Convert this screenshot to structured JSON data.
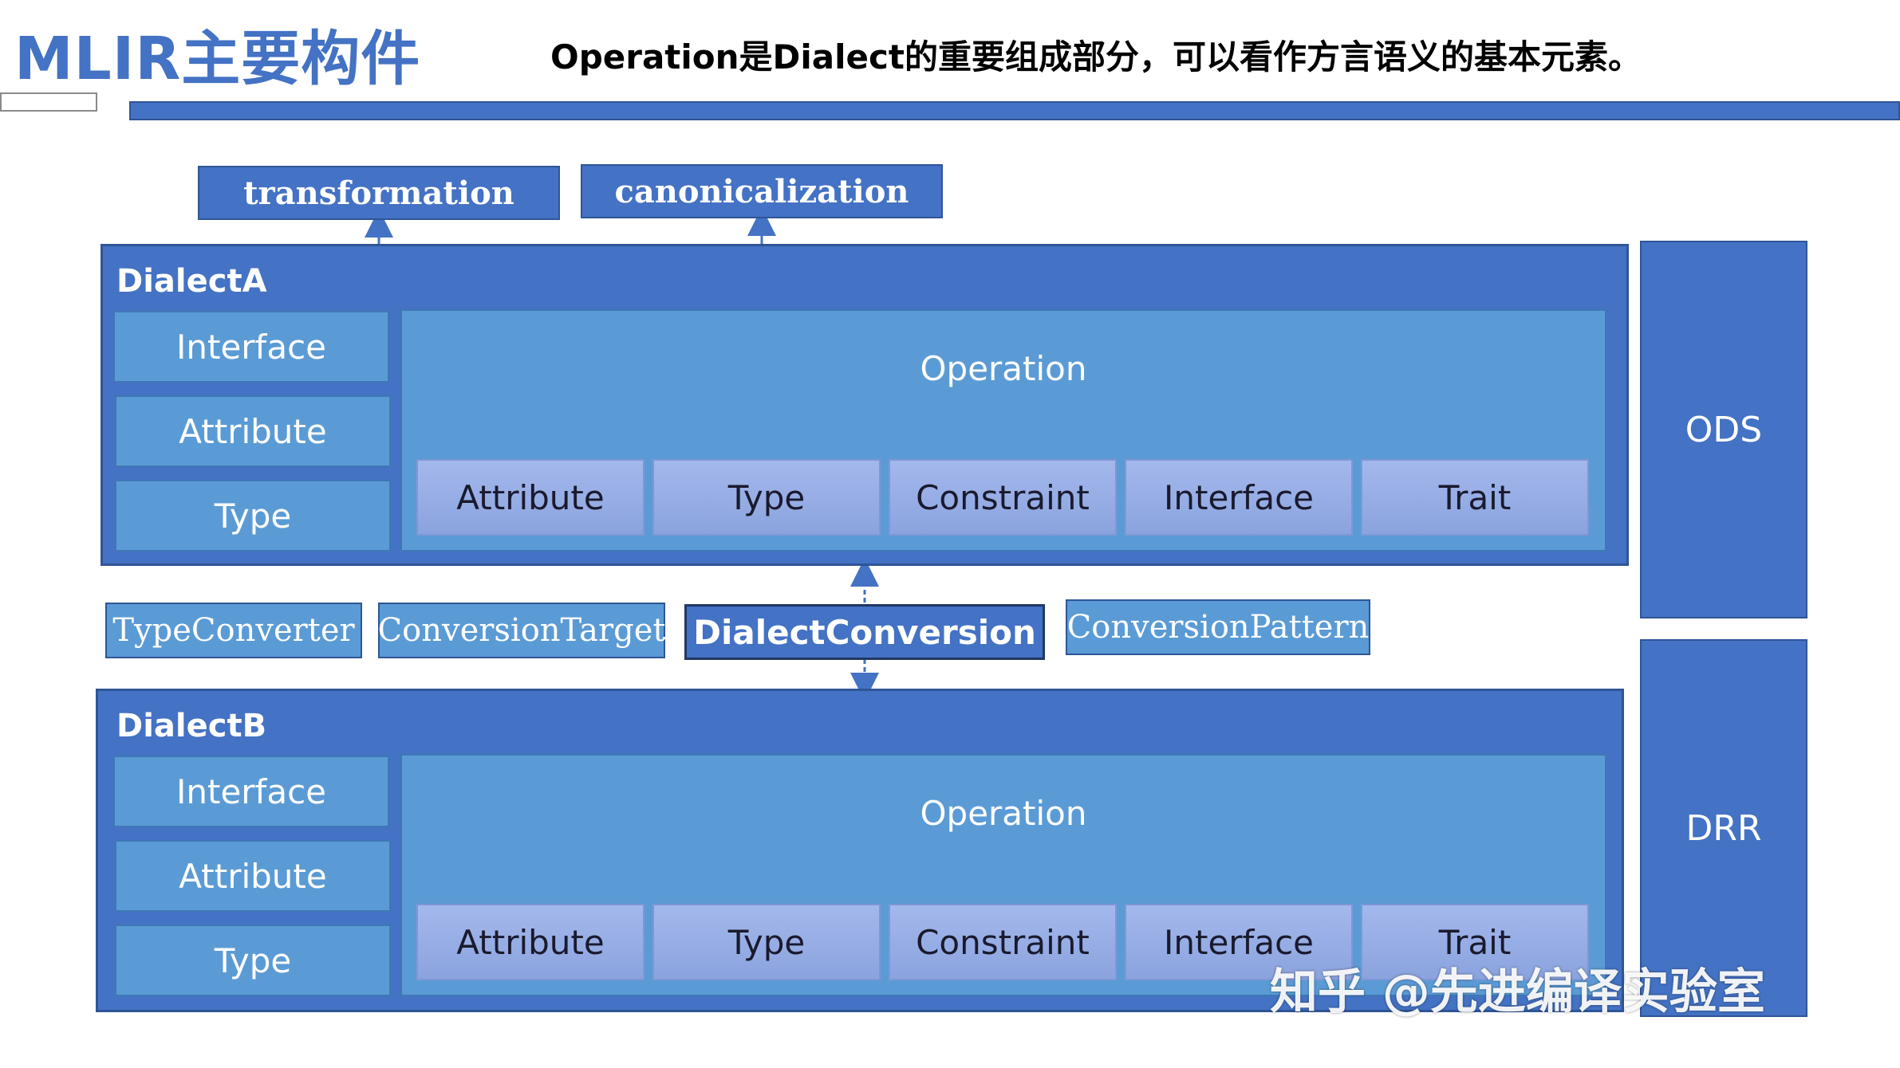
{
  "title": "MLIR主要构件",
  "subtitle": "Operation是Dialect的重要组成部分，可以看作方言语义的基本元素。",
  "passes": [
    "transformation",
    "canonicalization"
  ],
  "dialect_a": {
    "name": "DialectA",
    "side_items": [
      "Interface",
      "Attribute",
      "Type"
    ],
    "operation": {
      "label": "Operation",
      "parts": [
        "Attribute",
        "Type",
        "Constraint",
        "Interface",
        "Trait"
      ]
    }
  },
  "middle_row": {
    "type_converter": "TypeConverter",
    "conversion_target": "ConversionTarget",
    "dialect_conversion": "DialectConversion",
    "conversion_pattern": "ConversionPattern"
  },
  "dialect_b": {
    "name": "DialectB",
    "side_items": [
      "Interface",
      "Attribute",
      "Type"
    ],
    "operation": {
      "label": "Operation",
      "parts": [
        "Attribute",
        "Type",
        "Constraint",
        "Interface",
        "Trait"
      ]
    }
  },
  "side_boxes": [
    "ODS",
    "DRR"
  ],
  "watermark": "知乎 @先进编译实验室",
  "colors": {
    "primary_blue": "#4472c4",
    "light_blue": "#5b9bd5",
    "lavender": "#a3b8ec"
  }
}
